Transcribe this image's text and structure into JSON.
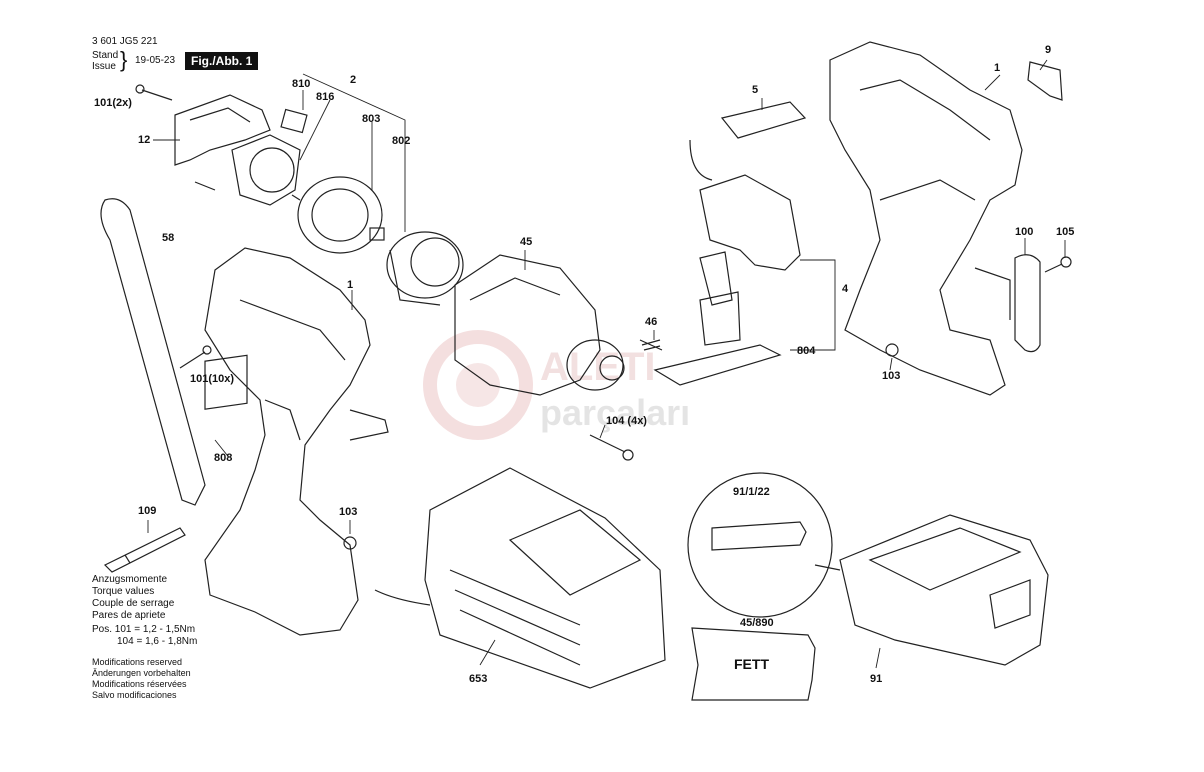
{
  "header": {
    "part_number": "3 601 JG5 221",
    "stand_label": "Stand",
    "issue_label": "Issue",
    "date": "19-05-23",
    "fig_label": "Fig./Abb. 1"
  },
  "callouts": {
    "c810": "810",
    "c2": "2",
    "c816": "816",
    "c803": "803",
    "c802": "802",
    "c101x2": "101(2x)",
    "c12": "12",
    "c58": "58",
    "c1a": "1",
    "c45": "45",
    "c101x10": "101(10x)",
    "c808": "808",
    "c109": "109",
    "c103a": "103",
    "c46": "46",
    "c104": "104 (4x)",
    "c5": "5",
    "c4": "4",
    "c804": "804",
    "c1b": "1",
    "c9": "9",
    "c100": "100",
    "c105": "105",
    "c103b": "103",
    "c653": "653",
    "c91_1_22": "91/1/22",
    "c45_890": "45/890",
    "c91": "91",
    "fett": "FETT"
  },
  "torque": {
    "lines": [
      "Anzugsmomente",
      "Torque values",
      "Couple de serrage",
      "Pares de apriete"
    ],
    "pos101": "Pos. 101  = 1,2 - 1,5Nm",
    "pos104": "104  = 1,6 - 1,8Nm"
  },
  "modifications": [
    "Modifications reserved",
    "Änderungen vorbehalten",
    "Modifications réservées",
    "Salvo modificaciones"
  ],
  "watermark": {
    "line1": "ALETI",
    "line2": "parçaları",
    "accent": "#d9534f"
  }
}
